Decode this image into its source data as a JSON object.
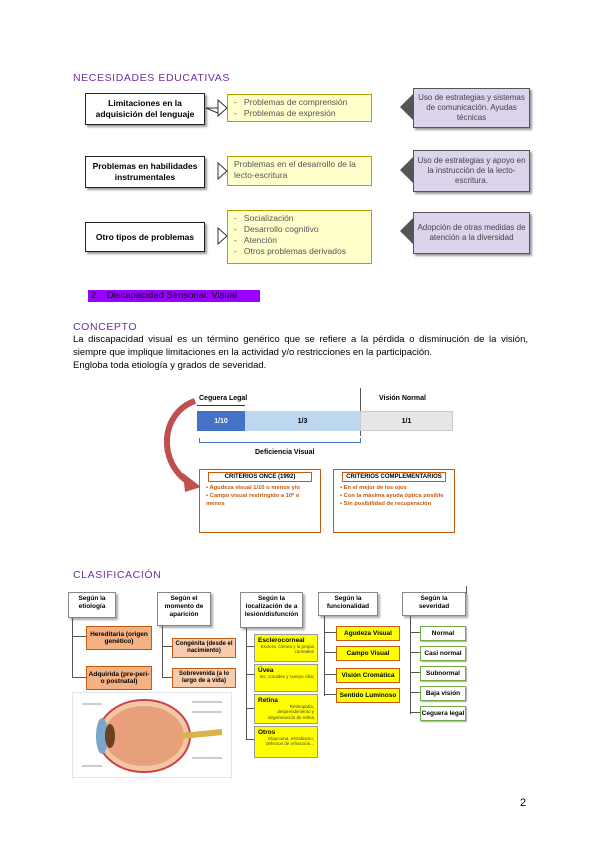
{
  "necesidades": {
    "title": "NECESIDADES EDUCATIVAS",
    "rows": [
      {
        "left": "Limitaciones en la adquisición del lenguaje",
        "middle": [
          "Problemas de comprensión",
          "Problemas de expresión"
        ],
        "right": "Uso de estrategias y sistemas de comunicación. Ayudas técnicas"
      },
      {
        "left": "Problemas en habilidades instrumentales",
        "middle_text": "Problemas en el desarrollo de la lecto-escritura",
        "right": "Uso de estrategias y apoyo en la instrucción de la lecto-escritura."
      },
      {
        "left": "Otro tipos de problemas",
        "middle": [
          "Socialización",
          "Desarrollo cognitivo",
          "Atención",
          "Otros problemas derivados"
        ],
        "right": "Adopción de otras medidas de atención a la diversidad"
      }
    ]
  },
  "section2": {
    "number": "2.",
    "title": "Discapacidad Sensorial: Visual",
    "highlight_color": "#9900ff"
  },
  "concepto": {
    "title": "CONCEPTO",
    "text": "La discapacidad visual es un término genérico que se refiere a la pérdida o disminución de la visión, siempre que implique limitaciones en la actividad y/o restricciones en la participación.",
    "text2": "Engloba toda etiología y grados de severidad."
  },
  "vision_diagram": {
    "ceguera_legal": "Ceguera Legal",
    "vision_normal": "Visión Normal",
    "cells": [
      "1/10",
      "1/3",
      "1/1"
    ],
    "deficiencia": "Deficiencia Visual",
    "once_title": "CRITERIOS ONCE (1992)",
    "once_items": [
      "Agudeza visual 1/10 o menos y/o",
      "Campo visual restringido a 10º o menos"
    ],
    "comp_title": "CRITERIOS COMPLEMENTARIOS",
    "comp_items": [
      "En el mejor de los ojos",
      "Con la máxima ayuda óptica posible",
      "Sin posibilidad de recuperación"
    ]
  },
  "clasificacion": {
    "title": "CLASIFICACIÓN",
    "headers": [
      "Según la etiología",
      "Según el momento de aparición",
      "Según la localización de a lesión/disfunción",
      "Según la funcionalidad",
      "Según la severidad"
    ],
    "etiologia": [
      "Hereditaria (origen genético)",
      "Adquirida (pre-peri-o postnatal)"
    ],
    "momento": [
      "Congénita (desde el nacimiento)",
      "Sobrevenida (a lo largo de a vida)"
    ],
    "localizacion": [
      {
        "name": "Esclerocorneal",
        "sub": "Esclera, córnea y la propia corneales"
      },
      {
        "name": "Úvea",
        "sub": "Iris, coroides y cuerpo ciliar"
      },
      {
        "name": "Retina",
        "sub": "Retinopatía, desprendimiento y degeneración de retina"
      },
      {
        "name": "Otros",
        "sub": "Glaucoma, estrabismo, defectos de refracción..."
      }
    ],
    "funcionalidad": [
      "Agudeza Visual",
      "Campo Visual",
      "Visión Cromática",
      "Sentido Luminoso"
    ],
    "severidad": [
      "Normal",
      "Casi normal",
      "Subnormal",
      "Baja visión",
      "Ceguera legal"
    ]
  },
  "page_number": "2"
}
